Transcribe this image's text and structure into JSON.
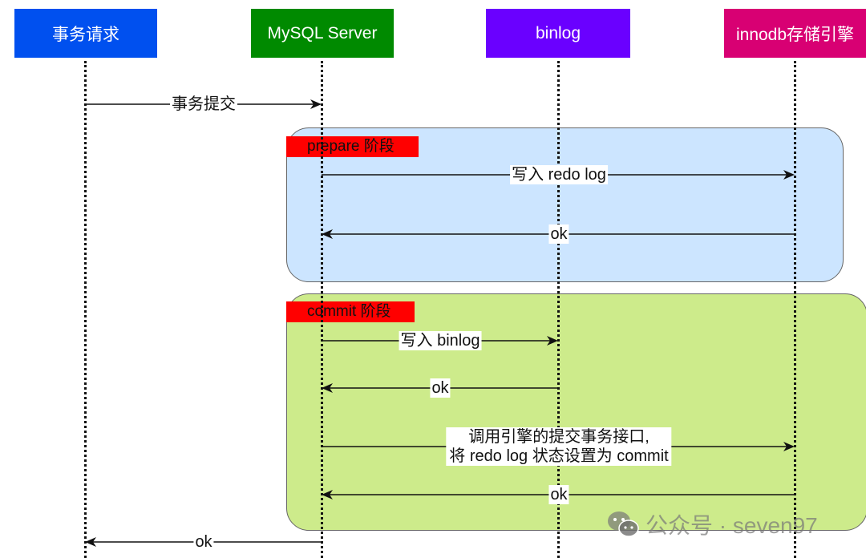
{
  "actors": [
    {
      "label": "事务请求",
      "color": "#0050ef"
    },
    {
      "label": "MySQL Server",
      "color": "#008a00"
    },
    {
      "label": "binlog",
      "color": "#6a00ff"
    },
    {
      "label": "innodb存储引擎",
      "color": "#d80073"
    }
  ],
  "phases": [
    {
      "tag": "prepare 阶段",
      "fill": "#cce5ff"
    },
    {
      "tag": "commit 阶段",
      "fill": "#cdeb8b"
    }
  ],
  "messages": [
    {
      "label": "事务提交",
      "from": 0,
      "to": 1
    },
    {
      "label": "写入 redo log",
      "from": 1,
      "to": 3
    },
    {
      "label": "ok",
      "from": 3,
      "to": 1
    },
    {
      "label": "写入 binlog",
      "from": 1,
      "to": 2
    },
    {
      "label": "ok",
      "from": 2,
      "to": 1
    },
    {
      "label_line1": "调用引擎的提交事务接口,",
      "label_line2": "将 redo log 状态设置为 commit",
      "from": 1,
      "to": 3
    },
    {
      "label": "ok",
      "from": 3,
      "to": 1
    },
    {
      "label": "ok",
      "from": 1,
      "to": 0
    }
  ],
  "watermark": {
    "text": "公众号 · seven97",
    "icon": "wechat-icon"
  }
}
